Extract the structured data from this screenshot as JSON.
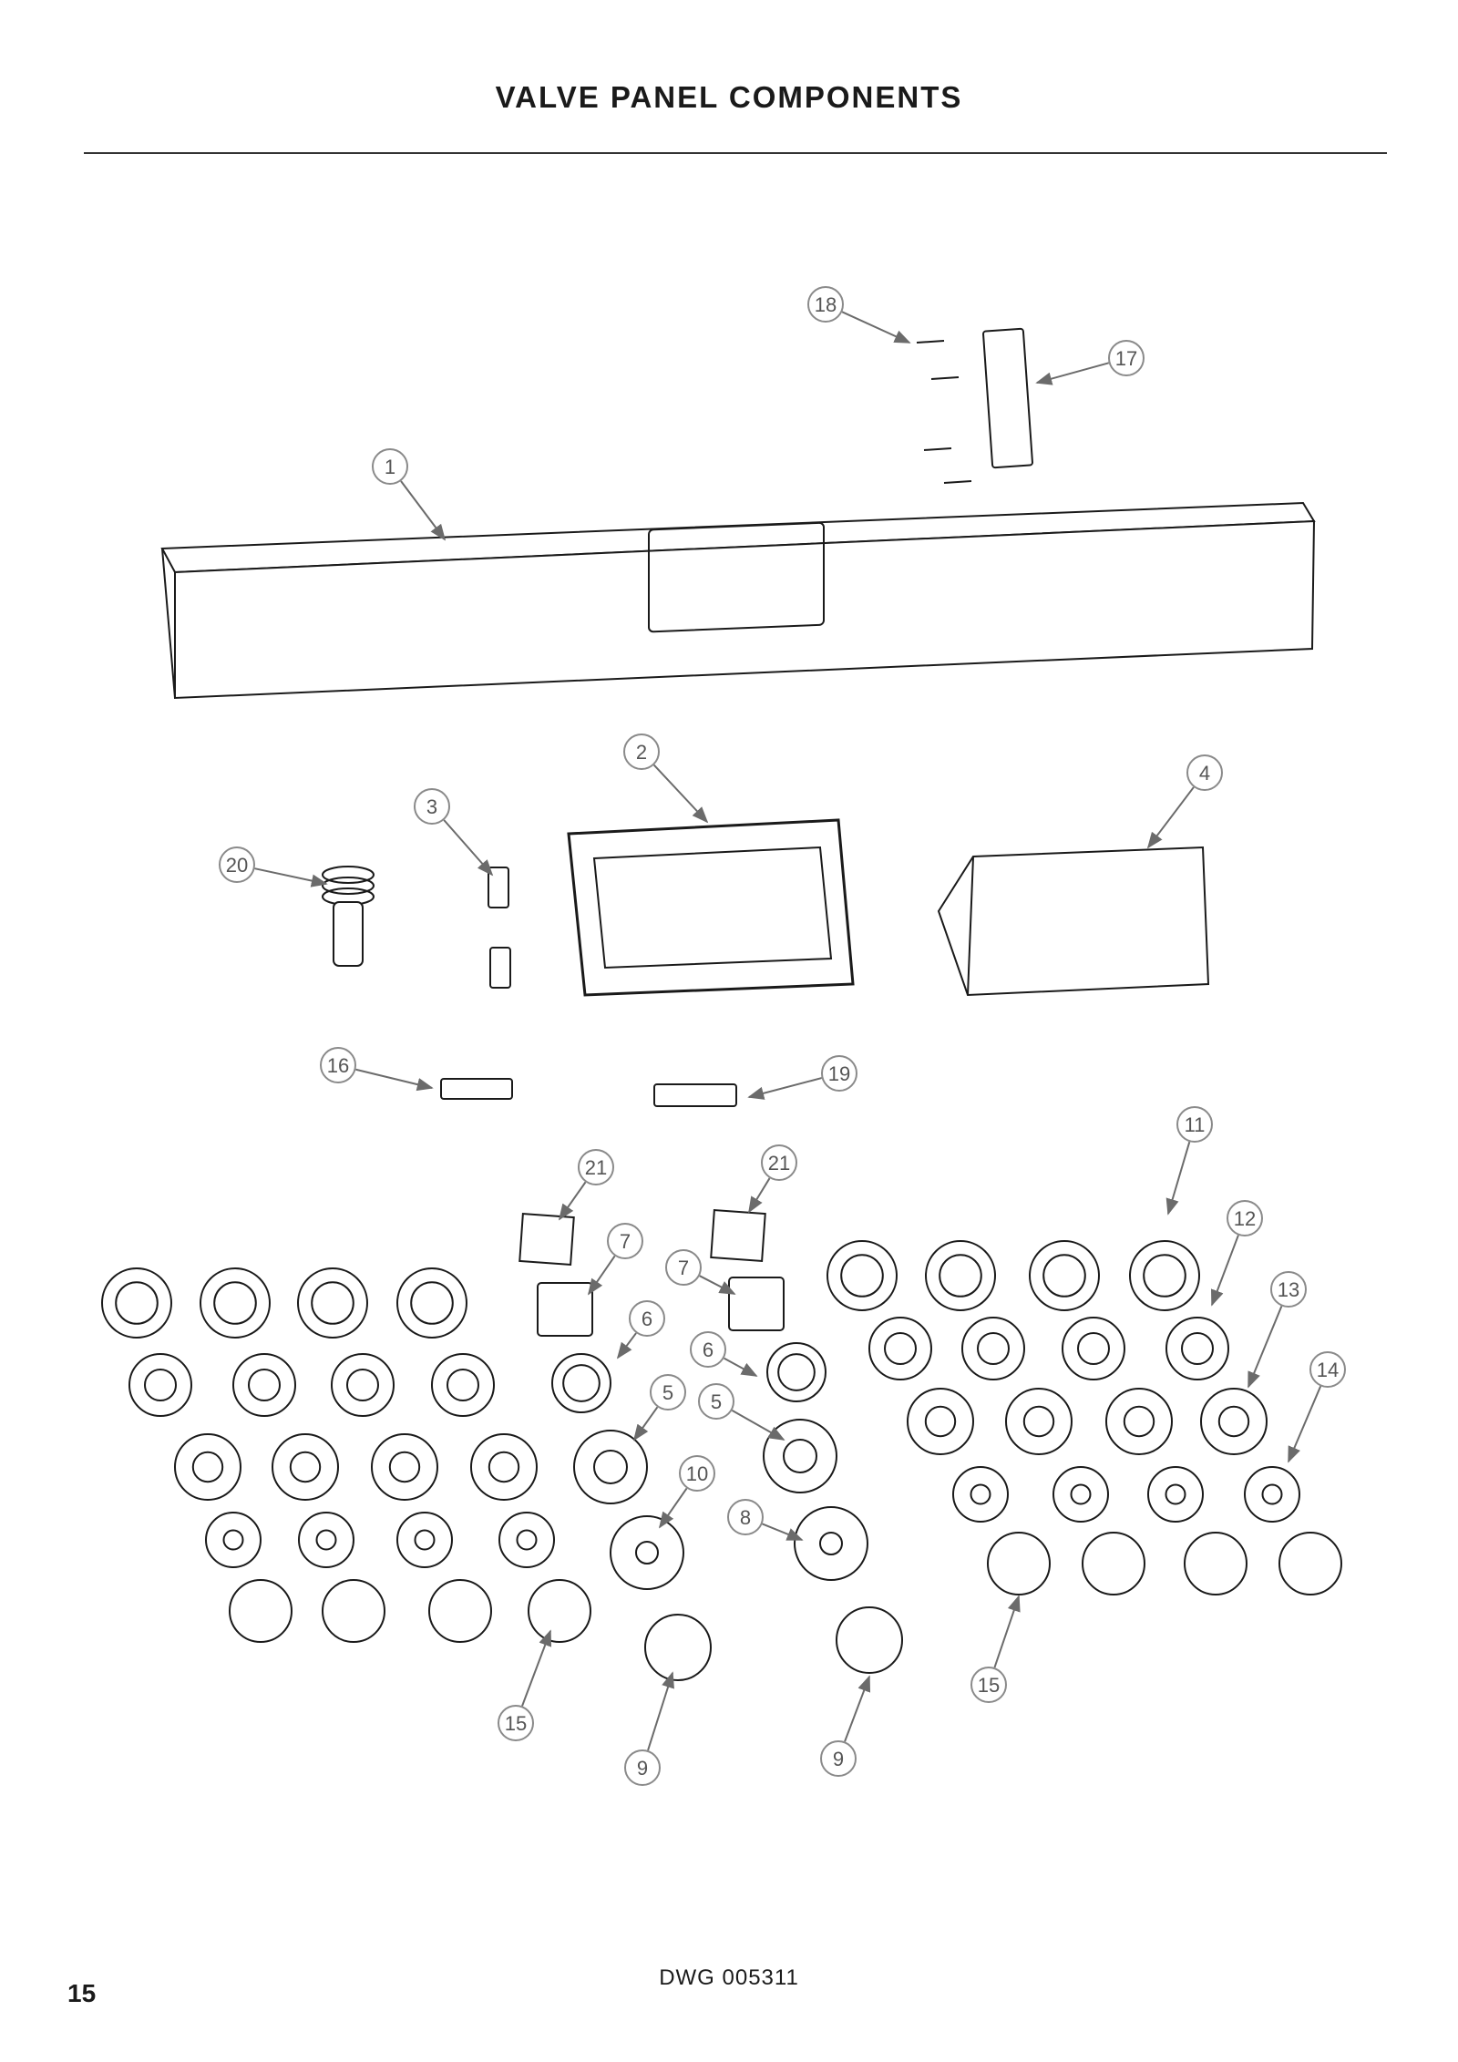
{
  "title": "VALVE PANEL COMPONENTS",
  "drawing_number": "DWG 005311",
  "page_number": "15",
  "callouts": [
    {
      "id": "c1",
      "label": "1"
    },
    {
      "id": "c2",
      "label": "2"
    },
    {
      "id": "c3",
      "label": "3"
    },
    {
      "id": "c4",
      "label": "4"
    },
    {
      "id": "c5a",
      "label": "5"
    },
    {
      "id": "c5b",
      "label": "5"
    },
    {
      "id": "c6a",
      "label": "6"
    },
    {
      "id": "c6b",
      "label": "6"
    },
    {
      "id": "c7a",
      "label": "7"
    },
    {
      "id": "c7b",
      "label": "7"
    },
    {
      "id": "c8",
      "label": "8"
    },
    {
      "id": "c9a",
      "label": "9"
    },
    {
      "id": "c9b",
      "label": "9"
    },
    {
      "id": "c10",
      "label": "10"
    },
    {
      "id": "c11",
      "label": "11"
    },
    {
      "id": "c12",
      "label": "12"
    },
    {
      "id": "c13",
      "label": "13"
    },
    {
      "id": "c14",
      "label": "14"
    },
    {
      "id": "c15a",
      "label": "15"
    },
    {
      "id": "c15b",
      "label": "15"
    },
    {
      "id": "c16",
      "label": "16"
    },
    {
      "id": "c17",
      "label": "17"
    },
    {
      "id": "c18",
      "label": "18"
    },
    {
      "id": "c19",
      "label": "19"
    },
    {
      "id": "c20",
      "label": "20"
    },
    {
      "id": "c21a",
      "label": "21"
    },
    {
      "id": "c21b",
      "label": "21"
    }
  ]
}
